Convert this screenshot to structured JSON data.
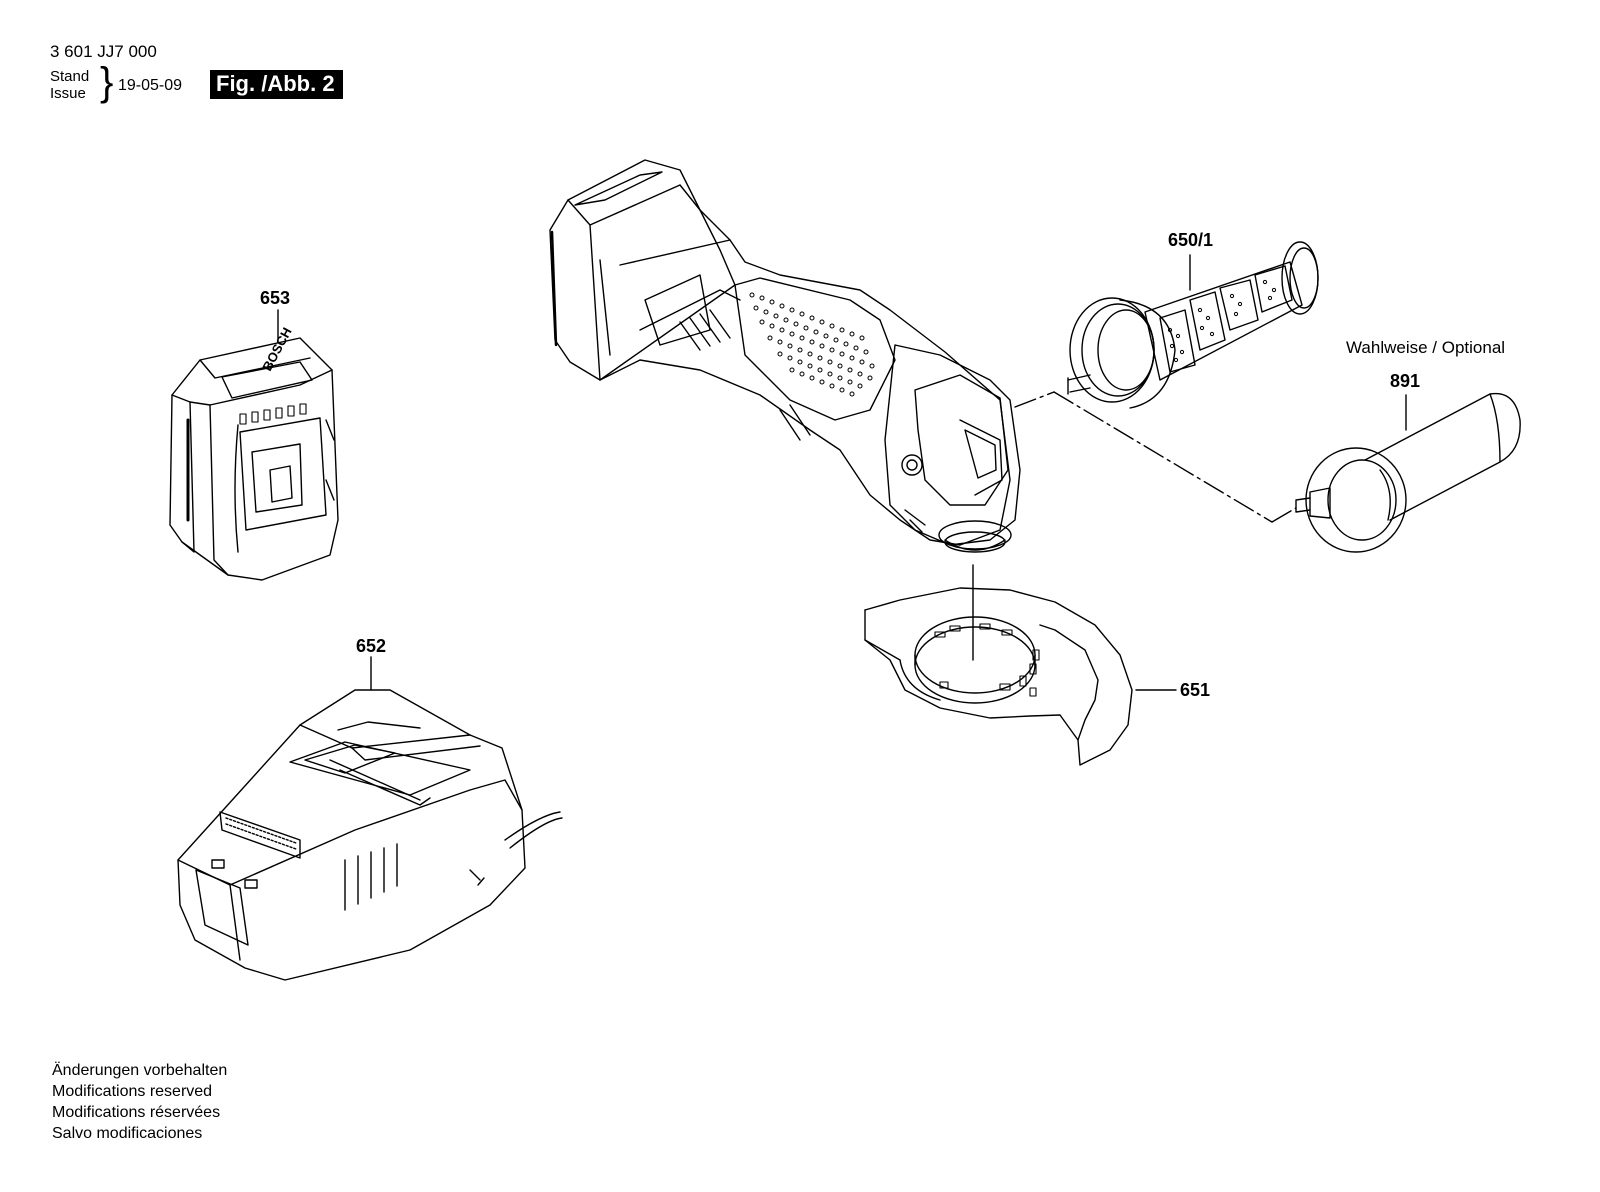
{
  "header": {
    "code": "3 601 JJ7 000",
    "issue_label_1": "Stand",
    "issue_label_2": "Issue",
    "brace": "}",
    "date": "19-05-09",
    "figure": "Fig. /Abb. 2"
  },
  "parts": {
    "battery": "653",
    "charger": "652",
    "handle": "650/1",
    "guard": "651",
    "alt_handle": "891"
  },
  "optional_note": "Wahlweise / Optional",
  "battery_brand": "BOSCH",
  "footer": [
    "Änderungen vorbehalten",
    "Modifications reserved",
    "Modifications réservées",
    "Salvo modificaciones"
  ]
}
